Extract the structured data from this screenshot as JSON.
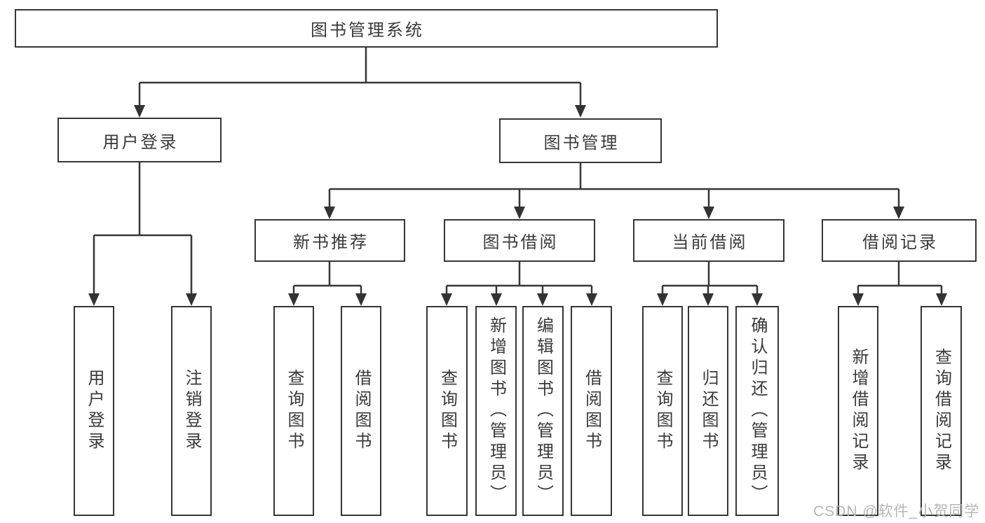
{
  "diagram_title": "图书管理系统",
  "nodes": {
    "root": "图书管理系统",
    "level2": [
      "用户登录",
      "图书管理"
    ],
    "level3": [
      "新书推荐",
      "图书借阅",
      "当前借阅",
      "借阅记录"
    ],
    "leaves": [
      "用户登录",
      "注销登录",
      "查询图书",
      "借阅图书",
      "查询图书",
      "新增图书（管理员）",
      "编辑图书（管理员）",
      "借阅图书",
      "查询图书",
      "归还图书",
      "确认归还（管理员）",
      "新增借阅记录",
      "查询借阅记录"
    ]
  },
  "structure": {
    "图书管理系统": [
      "用户登录",
      "图书管理"
    ],
    "用户登录": [
      "用户登录",
      "注销登录"
    ],
    "图书管理": [
      "新书推荐",
      "图书借阅",
      "当前借阅",
      "借阅记录"
    ],
    "新书推荐": [
      "查询图书",
      "借阅图书"
    ],
    "图书借阅": [
      "查询图书",
      "新增图书（管理员）",
      "编辑图书（管理员）",
      "借阅图书"
    ],
    "当前借阅": [
      "查询图书",
      "归还图书",
      "确认归还（管理员）"
    ],
    "借阅记录": [
      "新增借阅记录",
      "查询借阅记录"
    ]
  },
  "watermark": "CSDN @软件_小贺同学",
  "colors": {
    "line": "#363636",
    "box_border": "#363636",
    "text": "#3a3a3a",
    "watermark": "#b2b2b2",
    "background": "#ffffff"
  }
}
